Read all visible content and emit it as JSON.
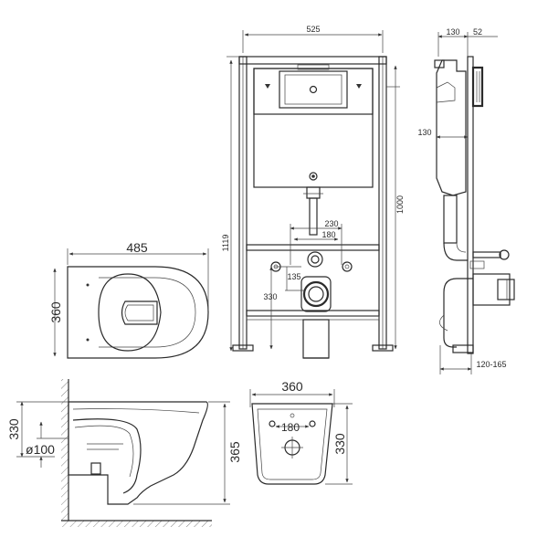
{
  "dimensions": {
    "frame_width": "525",
    "frame_height": "1119",
    "tank_height": "1000",
    "side_width_top": "130",
    "side_offset_top": "52",
    "side_depth": "130",
    "adjust_range": "120-165",
    "bolt_spacing_outer": "230",
    "bolt_spacing_inner": "180",
    "drain_offset": "135",
    "drain_height": "330",
    "bowl_length": "485",
    "bowl_width": "360",
    "side_drain_height": "330",
    "pipe_diameter": "ø100",
    "bowl_height": "365",
    "rear_width": "360",
    "rear_bolt_spacing": "180",
    "rear_height": "330"
  }
}
